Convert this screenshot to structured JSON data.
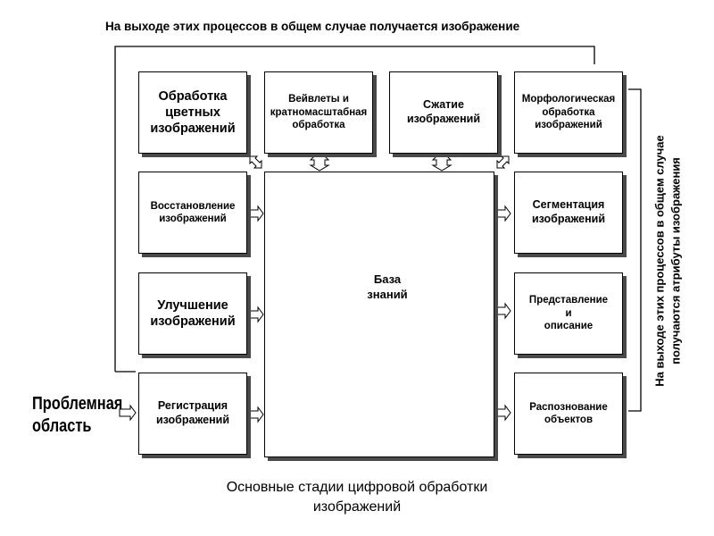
{
  "top_note": "На выходе этих процессов в общем случае получается изображение",
  "right_note": "На выходе этих процессов в общем случае\nполучаются атрибуты изображения",
  "problem_area": "Проблемная\nобласть",
  "knowledge_base": "База\nзнаний",
  "caption": "Основные стадии цифровой обработки\nизображений",
  "top_row": [
    "Обработка\nцветных\nизображений",
    "Вейвлеты и\nкратномасштабная\nобработка",
    "Сжатие\nизображений",
    "Морфологическая\nобработка\nизображений"
  ],
  "left_column": [
    "Восстановление\nизображений",
    "Улучшение\nизображений",
    "Регистрация\nизображений"
  ],
  "right_column": [
    "Сегментация\nизображений",
    "Представление\nи\nописание",
    "Распознование\nобъектов"
  ]
}
